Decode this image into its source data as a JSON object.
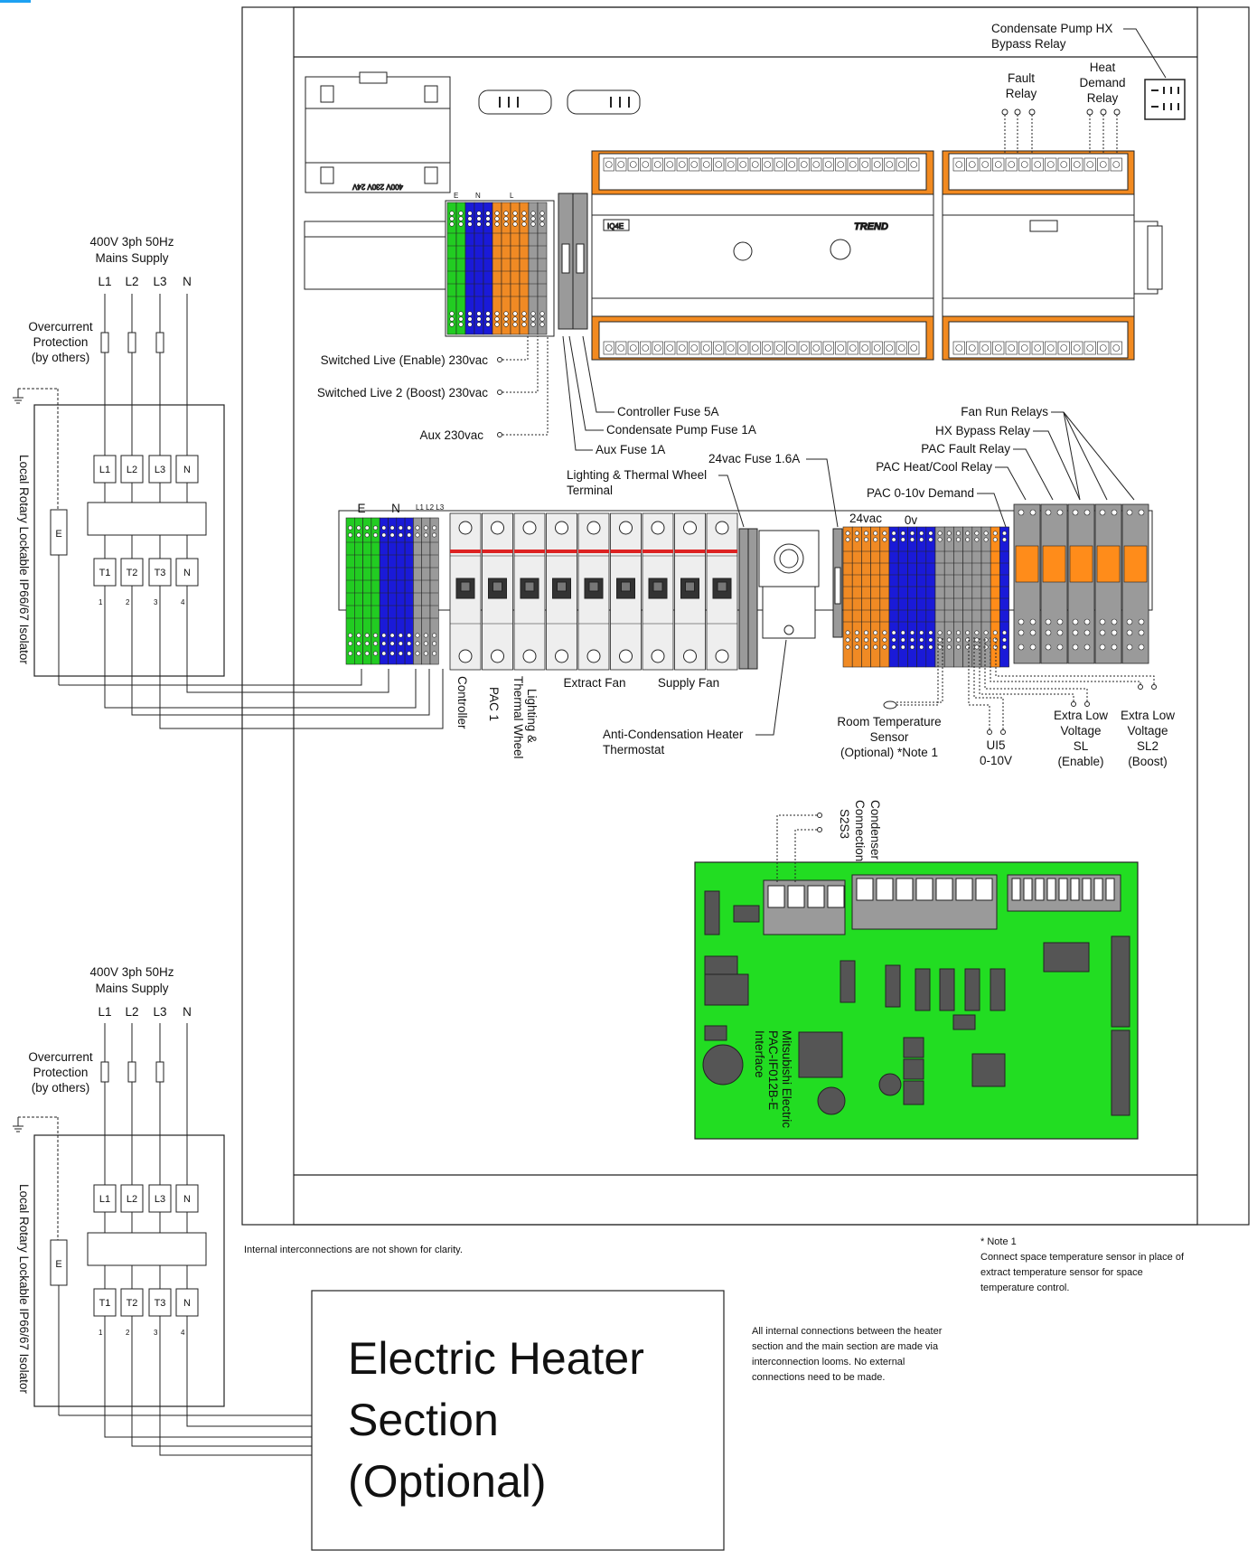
{
  "supply_1": {
    "title_line1": "400V 3ph 50Hz",
    "title_line2": "Mains Supply",
    "phases": [
      "L1",
      "L2",
      "L3",
      "N"
    ],
    "overcurrent_line1": "Overcurrent",
    "overcurrent_line2": "Protection",
    "overcurrent_line3": "(by others)",
    "isolator_label": "Local Rotary Lockable IP66/67 Isolator",
    "terminals_top": [
      "L1",
      "L2",
      "L3",
      "N"
    ],
    "terminals_bottom": [
      "T1",
      "T2",
      "T3",
      "N"
    ],
    "terminal_numbers": [
      "1",
      "2",
      "3",
      "4"
    ],
    "earth_label": "E"
  },
  "supply_2": {
    "title_line1": "400V 3ph 50Hz",
    "title_line2": "Mains Supply",
    "phases": [
      "L1",
      "L2",
      "L3",
      "N"
    ],
    "overcurrent_line1": "Overcurrent",
    "overcurrent_line2": "Protection",
    "overcurrent_line3": "(by others)",
    "isolator_label": "Local Rotary Lockable IP66/67 Isolator",
    "terminals_top": [
      "L1",
      "L2",
      "L3",
      "N"
    ],
    "terminals_bottom": [
      "T1",
      "T2",
      "T3",
      "N"
    ],
    "terminal_numbers": [
      "1",
      "2",
      "3",
      "4"
    ],
    "earth_label": "E"
  },
  "top_rail": {
    "terminal_letters": [
      "E",
      "N",
      "L"
    ],
    "switched_live_enable": "Switched Live (Enable) 230vac",
    "switched_live_boost": "Switched Live 2 (Boost) 230vac",
    "aux_230": "Aux 230vac",
    "controller_fuse": "Controller Fuse 5A",
    "condensate_fuse": "Condensate Pump Fuse 1A",
    "aux_fuse": "Aux Fuse 1A",
    "transformer_text": "400V 230V 24V",
    "brand": "TREND",
    "io_module_text": "IQ4E"
  },
  "relays_top": {
    "condensate_line1": "Condensate Pump HX",
    "condensate_line2": "Bypass Relay",
    "fault_line1": "Fault",
    "fault_line2": "Relay",
    "heat_line1": "Heat",
    "heat_line2": "Demand",
    "heat_line3": "Relay"
  },
  "middle_rail": {
    "e_label": "E",
    "n_label": "N",
    "l_labels": "L1 L2 L3",
    "lighting_terminal_line1": "Lighting & Thermal Wheel",
    "lighting_terminal_line2": "Terminal",
    "fuse_24": "24vac Fuse 1.6A",
    "v24": "24vac",
    "v0": "0v",
    "breaker_labels": {
      "controller": "Controller",
      "pac": "PAC 1",
      "lighting_line1": "Lighting &",
      "lighting_line2": "Thermal Wheel",
      "extract": "Extract Fan",
      "supply": "Supply Fan"
    },
    "anti_cond_line1": "Anti-Condensation Heater",
    "anti_cond_line2": "Thermostat",
    "room_sensor_line1": "Room Temperature",
    "room_sensor_line2": "Sensor",
    "room_sensor_line3": "(Optional) *Note 1",
    "ui5_line1": "UI5",
    "ui5_line2": "0-10V",
    "elv1_line1": "Extra Low",
    "elv1_line2": "Voltage",
    "elv1_line3": "SL",
    "elv1_line4": "(Enable)",
    "elv2_line1": "Extra Low",
    "elv2_line2": "Voltage",
    "elv2_line3": "SL2",
    "elv2_line4": "(Boost)",
    "fan_run_relays": "Fan Run Relays",
    "hx_bypass_relay": "HX Bypass Relay",
    "pac_fault_relay": "PAC Fault Relay",
    "pac_heat_cool_relay": "PAC Heat/Cool Relay",
    "pac_demand": "PAC 0-10v Demand"
  },
  "pcb": {
    "condenser_line1": "Condenser",
    "condenser_line2": "Connection",
    "s2s3": "S2S3",
    "name_line1": "Mitsubishi Electric",
    "name_line2": "PAC-IF012B-E",
    "name_line3": "Interface",
    "color": "#22dd22"
  },
  "notes": {
    "internal": "Internal interconnections are not shown for clarity.",
    "note1_title": "* Note 1",
    "note1_line1": "Connect space temperature sensor in place of",
    "note1_line2": "extract temperature sensor for space",
    "note1_line3": "temperature control.",
    "heater_note_line1": "All internal connections between the heater",
    "heater_note_line2": "section and the main section are made via",
    "heater_note_line3": "interconnection looms. No external",
    "heater_note_line4": "connections need to be made."
  },
  "heater_box": {
    "line1": "Electric Heater",
    "line2": "Section",
    "line3": "(Optional)"
  },
  "colors": {
    "earth_green": "#22cc22",
    "neutral_blue": "#1a1ad8",
    "live_orange": "#f08a24",
    "grey": "#9a9a9a",
    "relay_orange": "#ff8c1a"
  }
}
